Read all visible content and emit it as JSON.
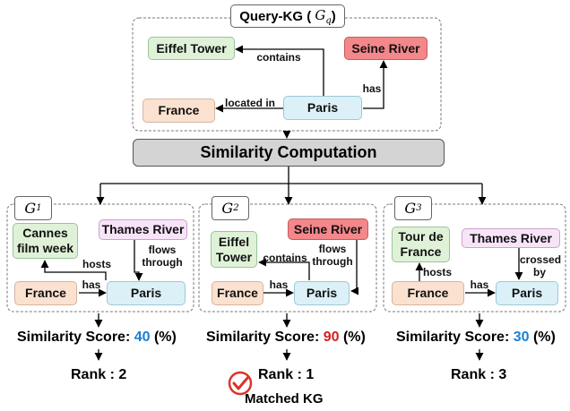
{
  "query": {
    "title_prefix": "Query-KG (",
    "title_var": "G",
    "title_sub": "q",
    "title_suffix": ")",
    "nodes": {
      "eiffel": "Eiffel Tower",
      "seine": "Seine River",
      "france": "France",
      "paris": "Paris"
    },
    "edges": {
      "contains": "contains",
      "has": "has",
      "located_in": "located in"
    }
  },
  "computation_label": "Similarity Computation",
  "score_prefix": "Similarity Score: ",
  "score_suffix": " (%)",
  "rank_prefix": "Rank : ",
  "matched_label": "Matched KG",
  "colors": {
    "score_blue": "#1a7fd6",
    "score_red": "#d42020",
    "check": "#d9342b"
  },
  "candidates": [
    {
      "var": "G",
      "sub": "1",
      "nodes": {
        "top_left": "Cannes film week",
        "top_right": "Thames River",
        "bottom_left": "France",
        "bottom_right": "Paris"
      },
      "edges": {
        "left": "hosts",
        "right": "flows through",
        "bottom": "has"
      },
      "score": "40",
      "score_color": "blue",
      "rank": "2"
    },
    {
      "var": "G",
      "sub": "2",
      "nodes": {
        "top_left": "Eiffel Tower",
        "top_right": "Seine River",
        "bottom_left": "France",
        "bottom_right": "Paris"
      },
      "edges": {
        "left": "contains",
        "right": "flows through",
        "bottom": "has"
      },
      "score": "90",
      "score_color": "red",
      "rank": "1"
    },
    {
      "var": "G",
      "sub": "3",
      "nodes": {
        "top_left": "Tour de France",
        "top_right": "Thames River",
        "bottom_left": "France",
        "bottom_right": "Paris"
      },
      "edges": {
        "left": "hosts",
        "right": "crossed by",
        "bottom": "has"
      },
      "score": "30",
      "score_color": "blue",
      "rank": "3"
    }
  ]
}
